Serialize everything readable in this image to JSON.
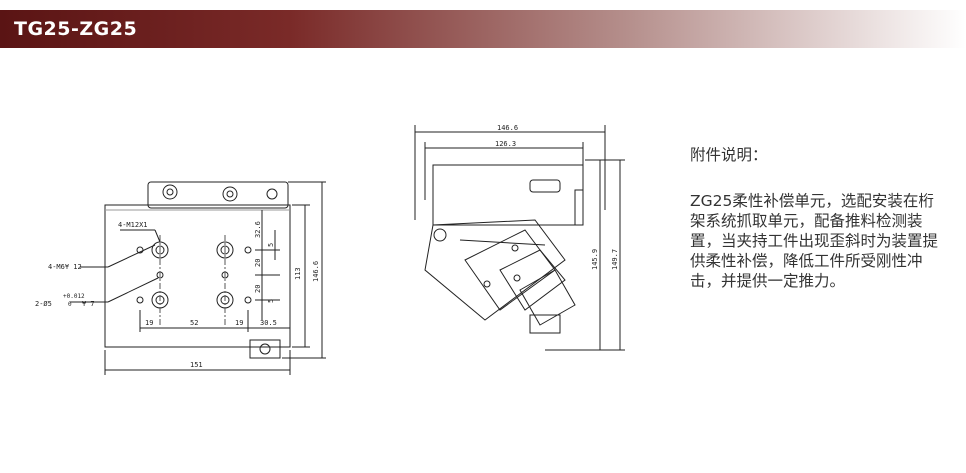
{
  "header": {
    "title": "TG25-ZG25",
    "colors": {
      "start": "#5a1414",
      "end": "#ffffff"
    }
  },
  "front_view": {
    "dims": {
      "width_total": "151",
      "height_inner": "113",
      "height_total": "146.6",
      "spacing_a": "19",
      "spacing_b": "52",
      "spacing_c": "19",
      "spacing_d": "30.5",
      "vert_top": "32.6",
      "vert_5a": "5",
      "vert_20a": "20",
      "vert_20b": "20",
      "vert_5b": "5"
    },
    "callouts": {
      "tap": "4-M12X1",
      "thread": "4-M6¥ 12",
      "pin_prefix": "2-Ø5",
      "pin_tol_upper": "+0.012",
      "pin_tol_lower": "0",
      "pin_depth": "¥ 7"
    }
  },
  "side_view": {
    "dims": {
      "width_total": "146.6",
      "width_inner": "126.3",
      "height_inner": "145.9",
      "height_total": "149.7"
    }
  },
  "notes": {
    "heading": "附件说明：",
    "body": "ZG25柔性补偿单元，选配安装在桁架系统抓取单元，配备推料检测装置，当夹持工件出现歪斜时为装置提供柔性补偿，降低工件所受刚性冲击，并提供一定推力。"
  }
}
